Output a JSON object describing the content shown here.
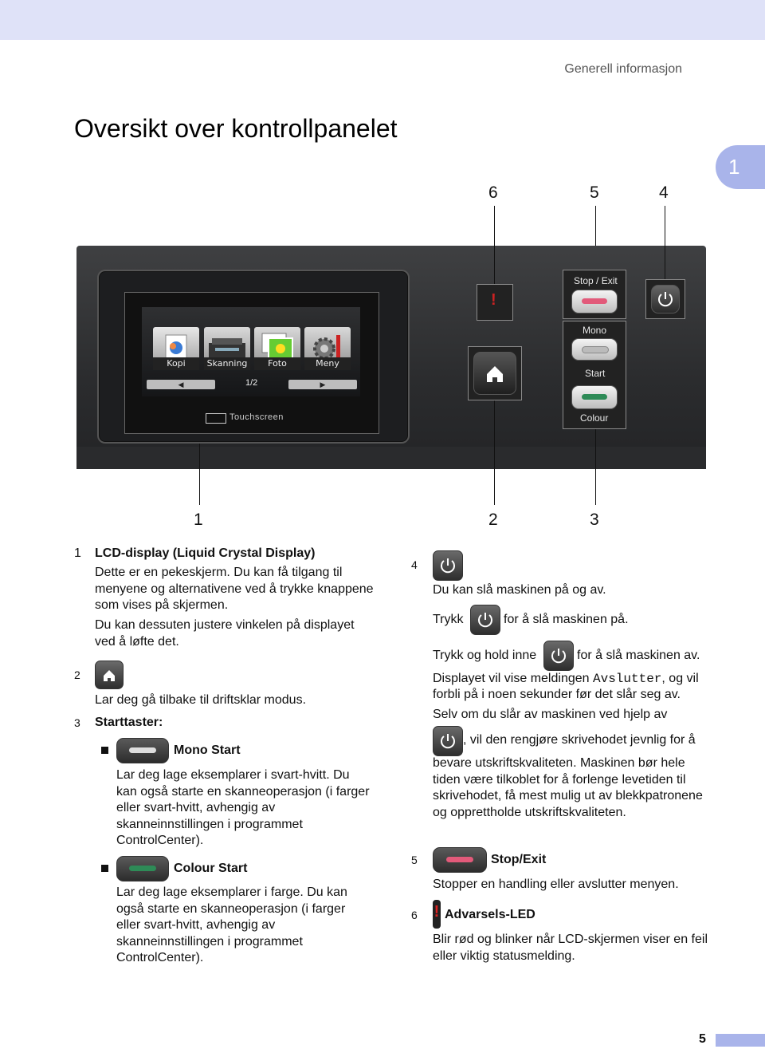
{
  "header": {
    "section": "Generell informasjon",
    "chapter_tab": "1"
  },
  "title": "Oversikt over kontrollpanelet",
  "diagram": {
    "callouts_top": [
      "6",
      "5",
      "4"
    ],
    "callouts_bottom": [
      "1",
      "2",
      "3"
    ],
    "screen_tiles": [
      "Kopi",
      "Skanning",
      "Foto",
      "Meny"
    ],
    "screen_page": "1/2",
    "touchscreen_label": "Touchscreen",
    "stop_exit_label": "Stop / Exit",
    "mono_label": "Mono",
    "start_label": "Start",
    "colour_label": "Colour",
    "warning_glyph": "!"
  },
  "items": {
    "i1": {
      "num": "1",
      "title": "LCD-display (Liquid Crystal Display)",
      "p1": "Dette er en pekeskjerm. Du kan få tilgang til menyene og alternativene ved å trykke knappene som vises på skjermen.",
      "p2": "Du kan dessuten justere vinkelen på displayet ved å løfte det."
    },
    "i2": {
      "num": "2",
      "text": "Lar deg gå tilbake til driftsklar modus."
    },
    "i3": {
      "num": "3",
      "title": "Starttaster:",
      "mono_title": "Mono Start",
      "mono_text": "Lar deg lage eksemplarer i svart-hvitt. Du kan også starte en skanneoperasjon (i farger eller svart-hvitt, avhengig av skanneinnstillingen i programmet ControlCenter).",
      "colour_title": "Colour Start",
      "colour_text": "Lar deg lage eksemplarer i farge. Du kan også starte en skanneoperasjon (i farger eller svart-hvitt, avhengig av skanneinnstillingen i programmet ControlCenter)."
    },
    "i4": {
      "num": "4",
      "p1": "Du kan slå maskinen på og av.",
      "trykk": "Trykk",
      "trykk_after": "for å slå maskinen på.",
      "hold": "Trykk og hold inne",
      "hold_after": "for å slå maskinen av.",
      "display_a": "Displayet vil vise meldingen",
      "display_code": "Avslutter",
      "display_b": ", og vil",
      "display_c": "forbli på i noen sekunder før det slår seg av.",
      "selv": "Selv om du slår av maskinen ved hjelp av",
      "after_icon": ", vil den rengjøre skrivehodet jevnlig for å",
      "p_rest": "bevare utskriftskvaliteten. Maskinen bør hele tiden være tilkoblet for å forlenge levetiden til skrivehodet, få mest mulig ut av blekkpatronene og opprettholde utskriftskvaliteten."
    },
    "i5": {
      "num": "5",
      "title": "Stop/Exit",
      "text": "Stopper en handling eller avslutter menyen."
    },
    "i6": {
      "num": "6",
      "title": "Advarsels-LED",
      "text": "Blir rød og blinker når LCD-skjermen viser en feil eller viktig statusmelding."
    }
  },
  "footer": {
    "page_number": "5"
  }
}
